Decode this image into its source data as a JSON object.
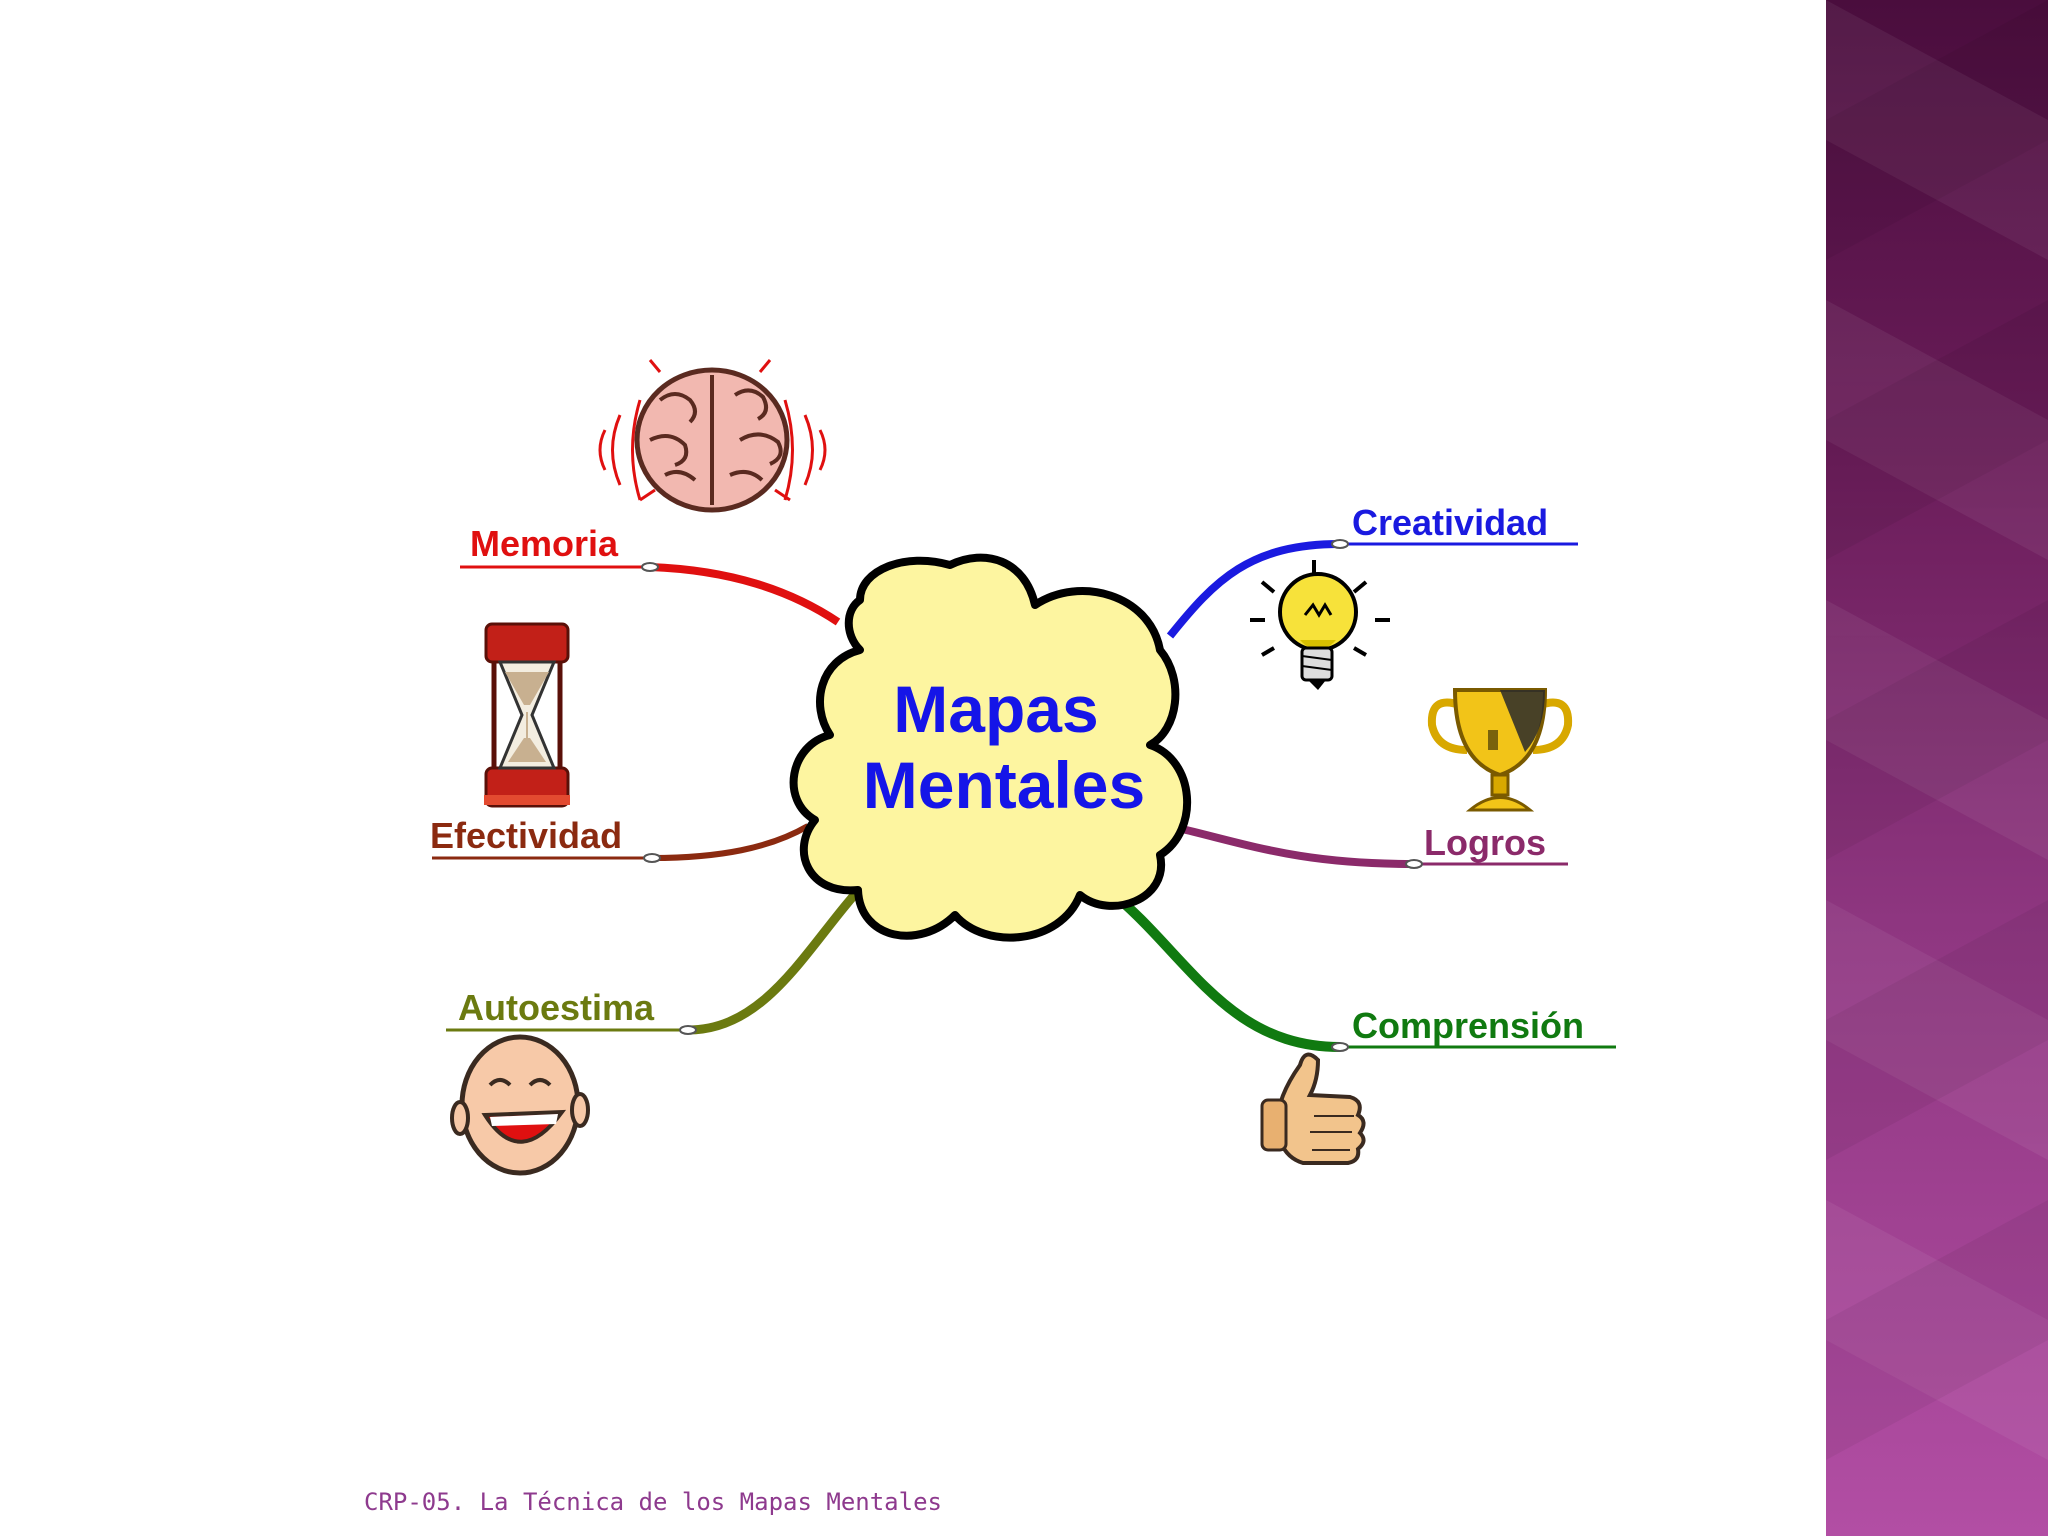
{
  "diagram": {
    "center": "Mapas Mentales",
    "center_lines": [
      "Mapas",
      "Mentales"
    ],
    "branches": [
      {
        "label": "Memoria",
        "color": "#e01010",
        "icon": "brain-icon"
      },
      {
        "label": "Efectividad",
        "color": "#8b2a10",
        "icon": "hourglass-icon"
      },
      {
        "label": "Autoestima",
        "color": "#6b7a10",
        "icon": "laughing-face-icon"
      },
      {
        "label": "Creatividad",
        "color": "#1a1ae0",
        "icon": "lightbulb-icon"
      },
      {
        "label": "Logros",
        "color": "#8b2a6a",
        "icon": "trophy-icon"
      },
      {
        "label": "Comprensión",
        "color": "#107a10",
        "icon": "thumbs-up-icon"
      }
    ],
    "cloud_color": "#fdf5a0"
  },
  "footer": {
    "text": "CRP-05. La Técnica de los Mapas Mentales"
  },
  "side_band_color": "#8e3680"
}
